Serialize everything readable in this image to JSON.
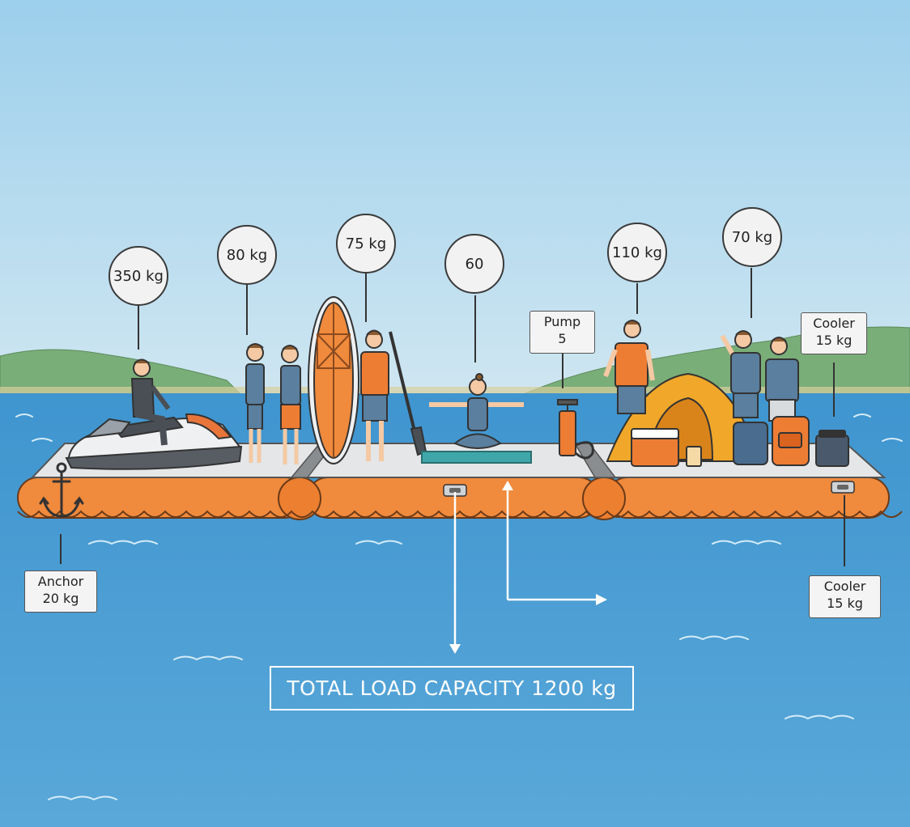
{
  "labels": {
    "jetski": "350 kg",
    "person_vest": "80 kg",
    "person_paddle": "75 kg",
    "person_yoga": "60",
    "person_tent": "110 kg",
    "person_group": "70 kg",
    "pump_name": "Pump",
    "pump_value": "5",
    "cooler_top_name": "Cooler",
    "cooler_top_value": "15 kg",
    "cooler_bottom_name": "Cooler",
    "cooler_bottom_value": "15 kg",
    "anchor_name": "Anchor",
    "anchor_value": "20 kg",
    "total_capacity": "TOTAL LOAD CAPACITY 1200 kg"
  },
  "colors": {
    "sky": "#a5d3ec",
    "water": "#4f9fd2",
    "pontoon": "#f08a3c",
    "deck": "#e4e6e8",
    "hills": "#7fb27a"
  }
}
